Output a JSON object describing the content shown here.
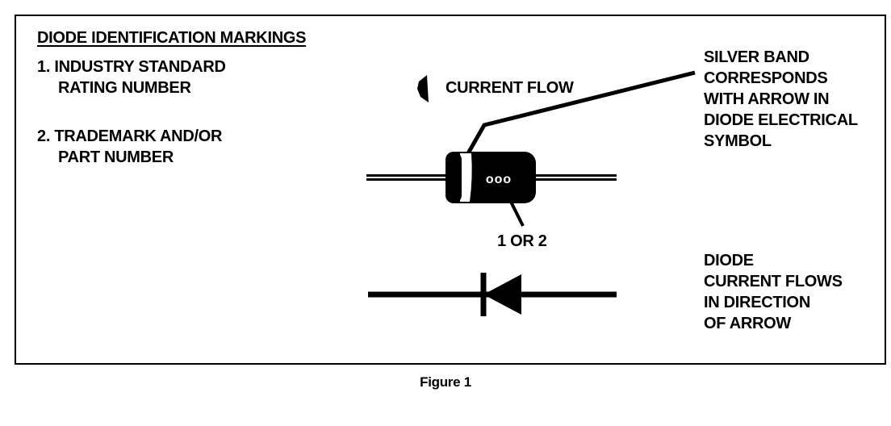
{
  "heading": "DIODE IDENTIFICATION MARKINGS",
  "markings": {
    "item1_line1": "1. INDUSTRY STANDARD",
    "item1_line2": "RATING NUMBER",
    "item2_line1": "2. TRADEMARK AND/OR",
    "item2_line2": "PART NUMBER"
  },
  "current_flow_label": "CURRENT FLOW",
  "silver_band_note": [
    "SILVER BAND",
    "CORRESPONDS",
    "WITH ARROW IN",
    "DIODE ELECTRICAL",
    "SYMBOL"
  ],
  "marking_label": "1 OR 2",
  "body_marking": "ooo",
  "diode_note": [
    "DIODE",
    "CURRENT FLOWS",
    "IN DIRECTION",
    "OF ARROW"
  ],
  "caption": "Figure 1"
}
